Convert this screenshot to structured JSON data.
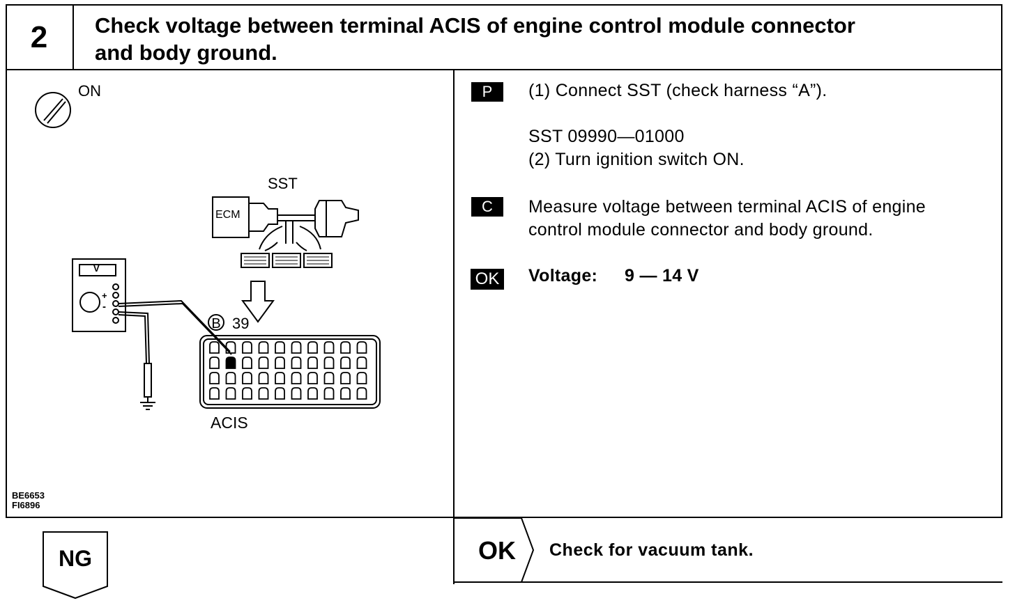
{
  "step": {
    "number": "2",
    "title_line1": "Check voltage between terminal ACIS of engine control module connector",
    "title_line2": "and body ground."
  },
  "diagram": {
    "ignition_label": "ON",
    "sst_label": "SST",
    "ecm_label": "ECM",
    "meter_label": "V",
    "meter_plus": "+",
    "meter_minus": "-",
    "connector_letter": "B",
    "terminal_number": "39",
    "acis_label": "ACIS",
    "fig_code_1": "BE6653",
    "fig_code_2": "FI6896"
  },
  "instructions": {
    "prep_badge": "P",
    "prep_line1": "(1) Connect SST (check harness “A”).",
    "sst_number": "SST 09990—01000",
    "prep_line2": "(2) Turn ignition switch ON.",
    "check_badge": "C",
    "check_line1": "Measure voltage between terminal ACIS of engine",
    "check_line2": "control module connector and body ground.",
    "ok_badge": "OK",
    "spec_label": "Voltage:",
    "spec_value": "9 — 14 V"
  },
  "results": {
    "ng_label": "NG",
    "ok_label": "OK",
    "ok_action": "Check for vacuum tank."
  }
}
